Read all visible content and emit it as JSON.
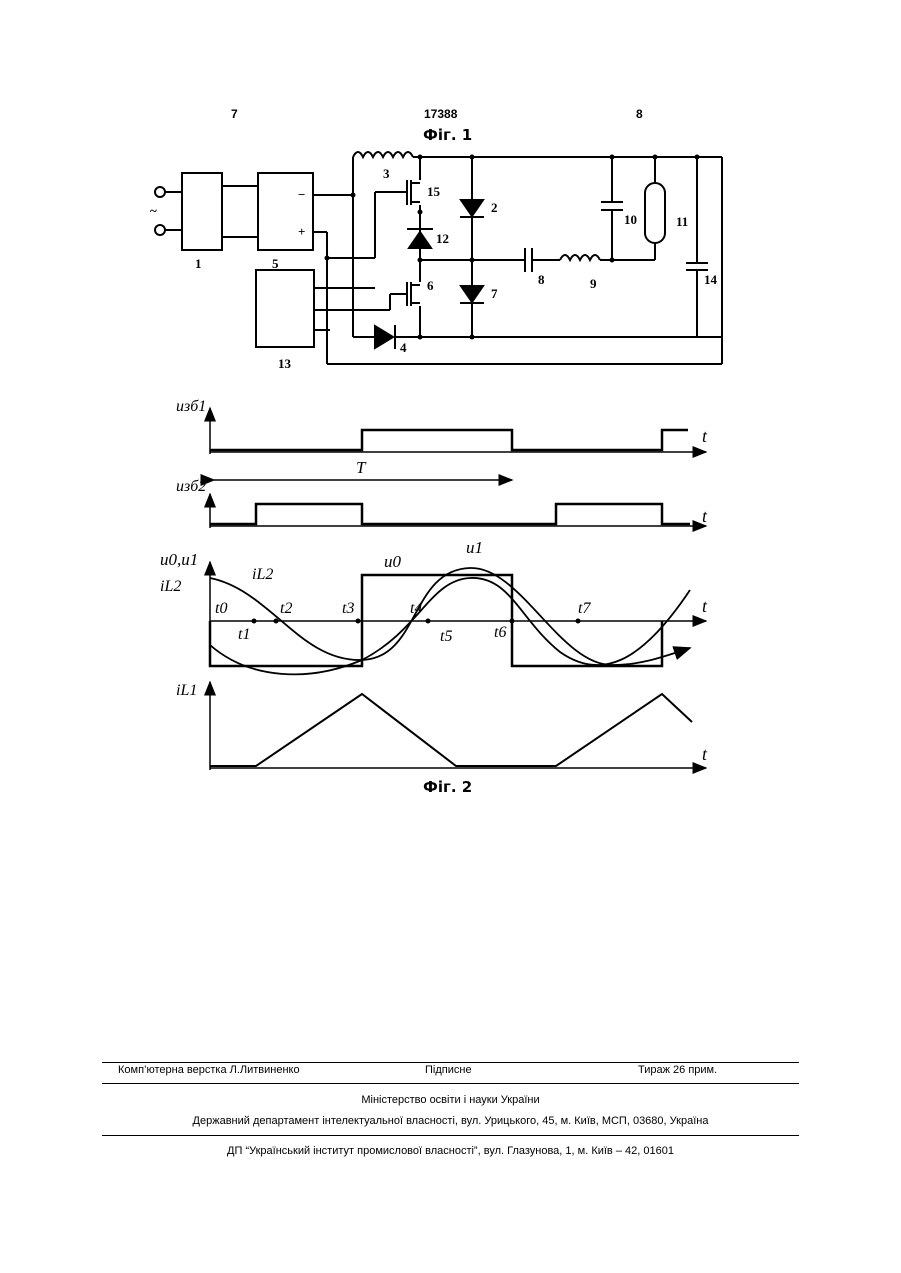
{
  "header": {
    "left_page": "7",
    "doc_number": "17388",
    "right_page": "8"
  },
  "fig1": {
    "caption": "Фіг. 1",
    "labels": {
      "b1": "1",
      "b5": "5",
      "b13": "13",
      "c3": "3",
      "q6": "6",
      "q15": "15",
      "d12": "12",
      "d4": "4",
      "d2": "2",
      "d7": "7",
      "c8": "8",
      "l9": "9",
      "c10": "10",
      "lamp11": "11",
      "c14": "14",
      "minus": "−",
      "plus": "+",
      "ac": "~"
    }
  },
  "fig2": {
    "caption": "Фіг. 2",
    "axis_t": "t",
    "period": "T",
    "ylabels": {
      "u_zb1": "uзб1",
      "u_zb2": "uзб2",
      "u0_u1": "u0,u1",
      "iL2_left": "iL2",
      "iL1": "iL1"
    },
    "curve_labels": {
      "iL2": "iL2",
      "u0": "u0",
      "u1": "u1"
    },
    "time_points": [
      "t0",
      "t1",
      "t2",
      "t3",
      "t4",
      "t5",
      "t6",
      "t7"
    ]
  },
  "footer": {
    "typeset": "Комп’ютерна верстка Л.Литвиненко",
    "signed": "Підписне",
    "print_run": "Тираж 26 прим.",
    "ministry": "Міністерство освіти і науки України",
    "department": "Державний департамент інтелектуальної власності, вул. Урицького, 45, м. Київ, МСП, 03680, Україна",
    "institute": "ДП “Український інститут промислової власності”, вул. Глазунова, 1, м. Київ – 42, 01601"
  }
}
